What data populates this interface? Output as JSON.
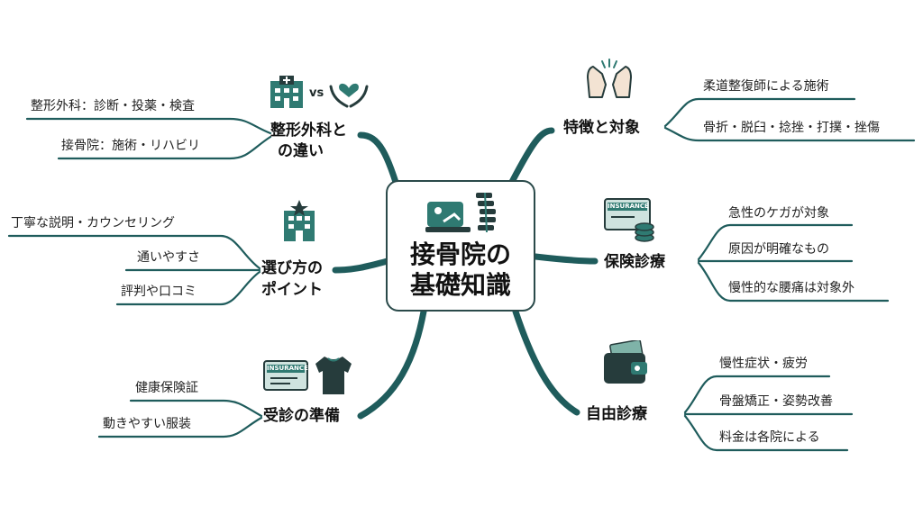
{
  "center": {
    "line1": "接骨院の",
    "line2": "基礎知識"
  },
  "colors": {
    "branch": "#1f5c5c",
    "icon": "#2f7a72",
    "dark": "#263c3c",
    "light": "#cfe3df"
  },
  "branches": {
    "difference": {
      "title_line1": "整形外科と",
      "title_line2": "の違い",
      "vs": "vs",
      "leaves": [
        "整形外科：診断・投薬・検査",
        "接骨院：施術・リハビリ"
      ]
    },
    "choose": {
      "title_line1": "選び方の",
      "title_line2": "ポイント",
      "leaves": [
        "丁寧な説明・カウンセリング",
        "通いやすさ",
        "評判や口コミ"
      ]
    },
    "prepare": {
      "title": "受診の準備",
      "card_label": "INSURANCE",
      "leaves": [
        "健康保険証",
        "動きやすい服装"
      ]
    },
    "features": {
      "title": "特徴と対象",
      "leaves": [
        "柔道整復師による施術",
        "骨折・脱臼・捻挫・打撲・挫傷"
      ]
    },
    "insurance": {
      "title": "保険診療",
      "card_label": "INSURANCE",
      "leaves": [
        "急性のケガが対象",
        "原因が明確なもの",
        "慢性的な腰痛は対象外"
      ]
    },
    "private": {
      "title": "自由診療",
      "leaves": [
        "慢性症状・疲労",
        "骨盤矯正・姿勢改善",
        "料金は各院による"
      ]
    }
  }
}
